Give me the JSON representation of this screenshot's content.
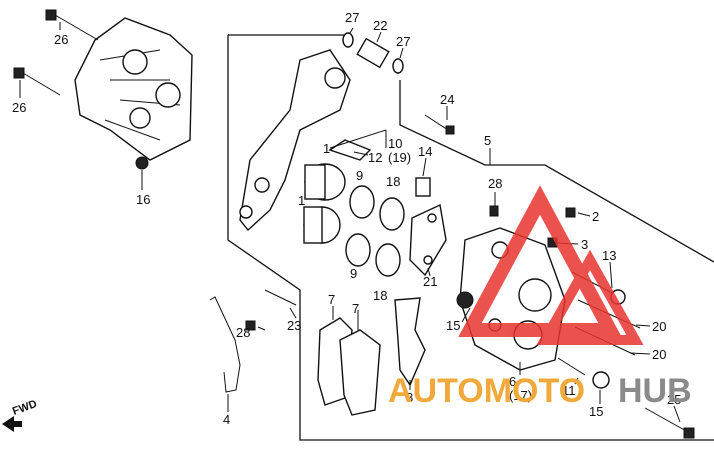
{
  "callouts": {
    "c26a": "26",
    "c26b": "26",
    "c16": "16",
    "c27a": "27",
    "c22": "22",
    "c27b": "27",
    "c24": "24",
    "c5": "5",
    "c1a": "1",
    "c1b": "1",
    "c12": "12",
    "c10_19": "10\n(19)",
    "c14": "14",
    "c9a": "9",
    "c9b": "9",
    "c18a": "18",
    "c18b": "18",
    "c28a": "28",
    "c28b": "28",
    "c2": "2",
    "c3": "3",
    "c13": "13",
    "c21": "21",
    "c7a": "7",
    "c7b": "7",
    "c23": "23",
    "c15a": "15",
    "c15b": "15",
    "c20a": "20",
    "c20b": "20",
    "c8": "8",
    "c6_17": "6\n(17)",
    "c11": "11",
    "c4": "4",
    "c25": "25"
  },
  "labels": {
    "fwd": "FWD"
  },
  "watermark": {
    "text_orange": "AUTOMOTO",
    "text_gray": "HUB",
    "color_orange": "#f2a93b",
    "color_red": "#e8352f",
    "color_gray": "#8a8a8a"
  }
}
